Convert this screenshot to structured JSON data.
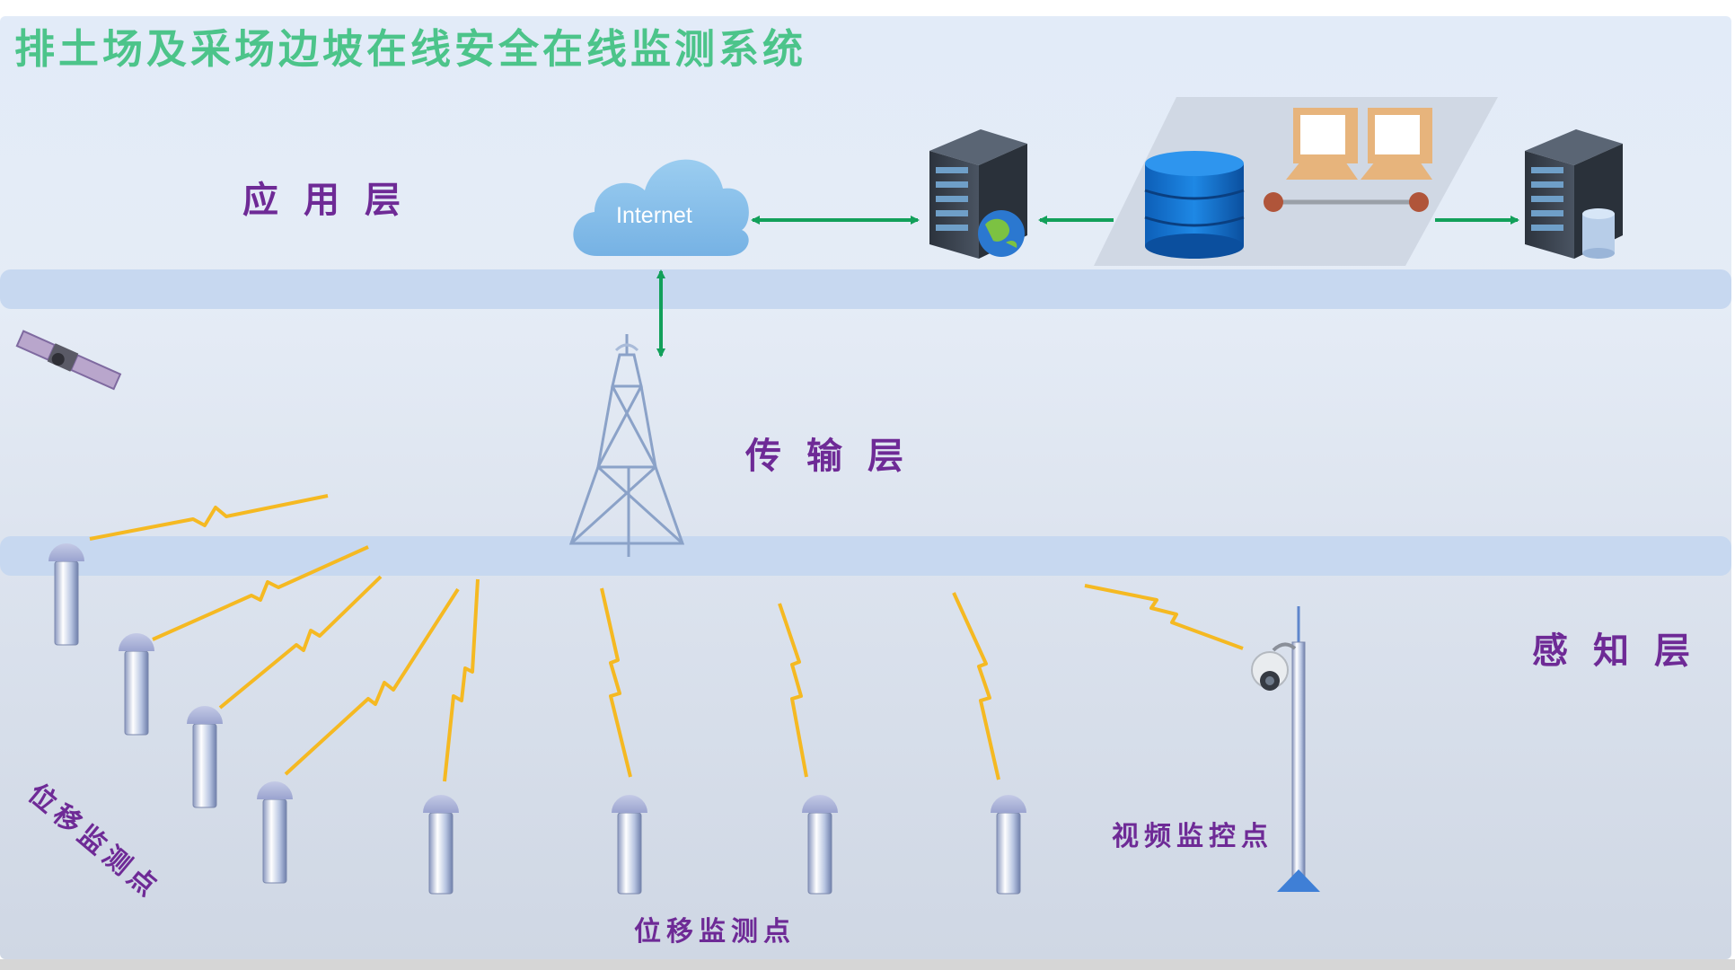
{
  "title": "排土场及采场边坡在线安全在线监测系统",
  "layers": {
    "application": "应用层",
    "transmission": "传输层",
    "perception": "感知层"
  },
  "cloud_label": "Internet",
  "labels": {
    "displacement_point_left": "位移监测点",
    "displacement_point_bottom": "位移监测点",
    "video_point": "视频监控点"
  },
  "colors": {
    "title": "#4cc48a",
    "layer_text": "#6e2a96",
    "arrow": "#12a05a",
    "lightning": "#f5b922",
    "band": "#c7d8f0"
  },
  "icons": [
    "cloud-icon",
    "web-server-icon",
    "database-icon",
    "workstation-icon",
    "storage-server-icon",
    "satellite-icon",
    "signal-tower-icon",
    "displacement-sensor-icon",
    "camera-icon",
    "lightning-icon"
  ]
}
